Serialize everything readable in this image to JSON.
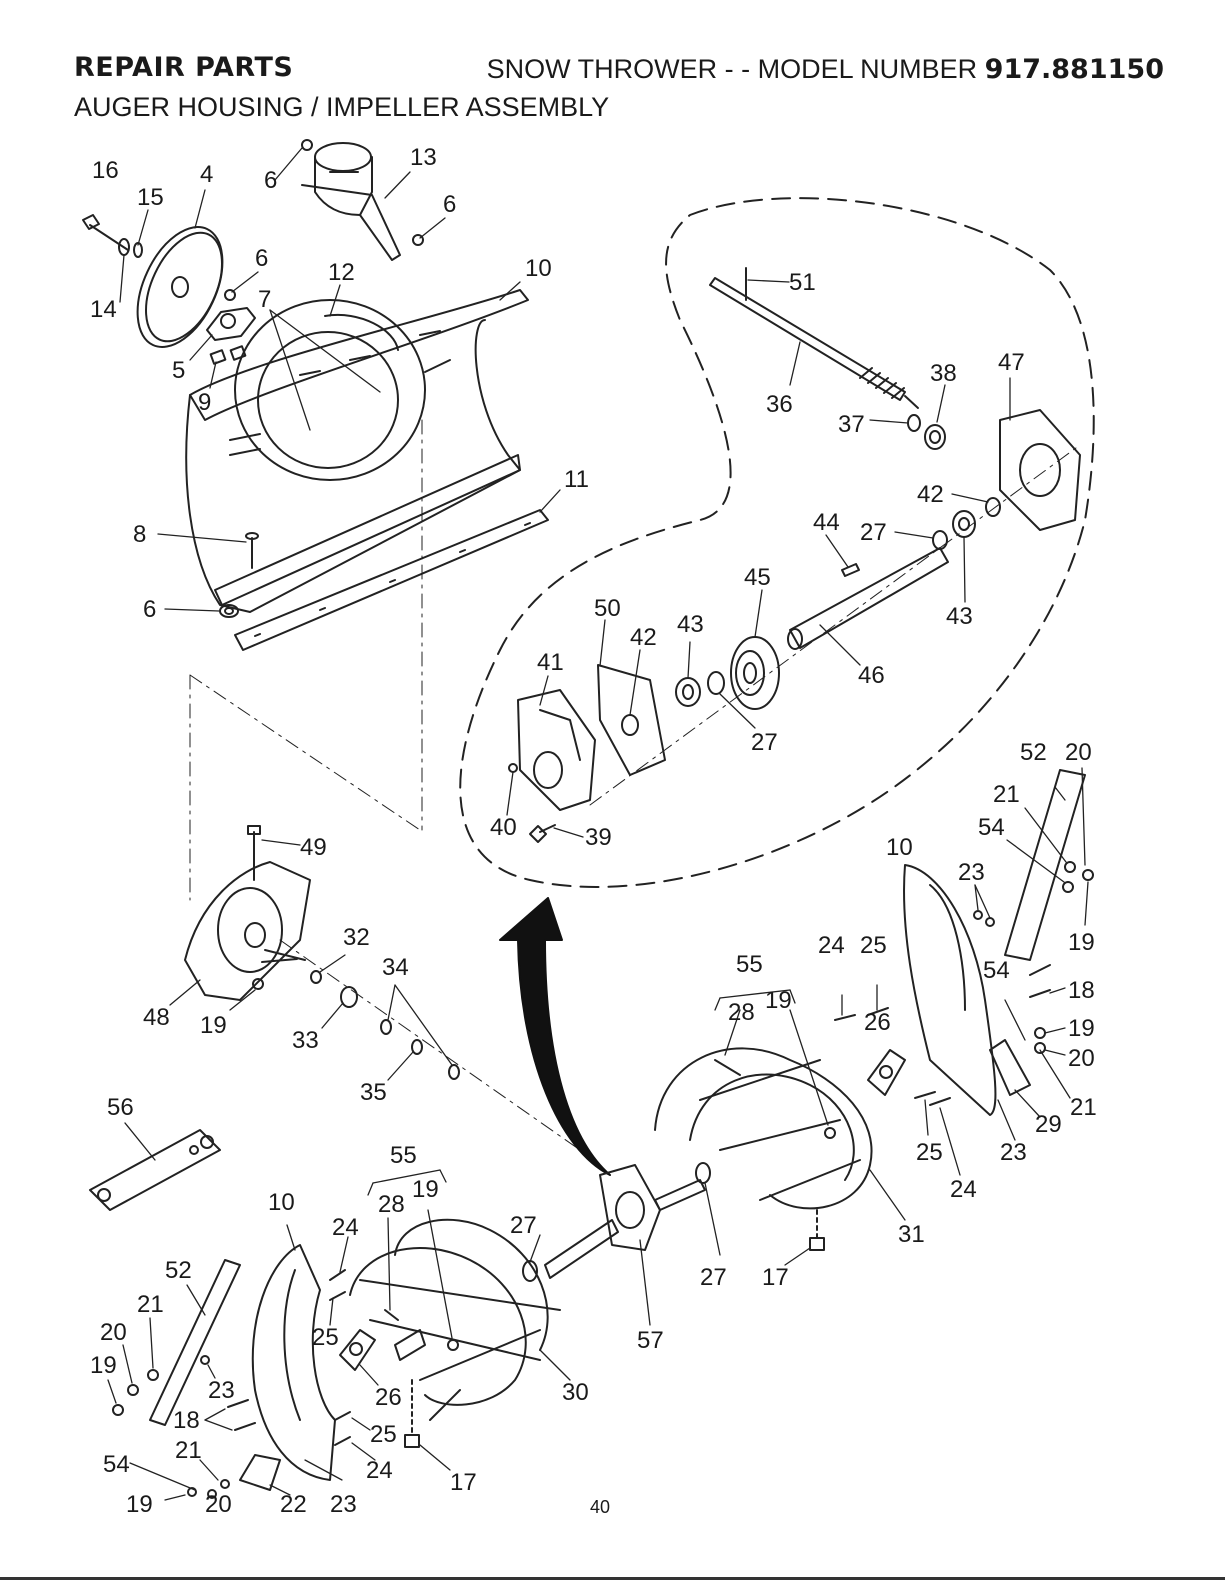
{
  "header": {
    "section_title": "REPAIR PARTS",
    "product_prefix": "SNOW THROWER - - MODEL NUMBER",
    "model_number": "917.881150"
  },
  "subtitle": "AUGER HOUSING / IMPELLER ASSEMBLY",
  "page_number": "40",
  "labels": {
    "p16": "16",
    "p15": "15",
    "p4": "4",
    "p14": "14",
    "p5": "5",
    "p9": "9",
    "p6a": "6",
    "p6b": "6",
    "p6c": "6",
    "p6d": "6",
    "p13": "13",
    "p12": "12",
    "p7": "7",
    "p10a": "10",
    "p11": "11",
    "p8": "8",
    "p51": "51",
    "p36": "36",
    "p38": "38",
    "p47": "47",
    "p37": "37",
    "p42a": "42",
    "p44": "44",
    "p27a": "27",
    "p43a": "43",
    "p45": "45",
    "p50": "50",
    "p42b": "42",
    "p43b": "43",
    "p41": "41",
    "p46": "46",
    "p27b": "27",
    "p40": "40",
    "p39": "39",
    "p49": "49",
    "p32": "32",
    "p34": "34",
    "p48": "48",
    "p19a": "19",
    "p33": "33",
    "p35": "35",
    "p56": "56",
    "p52a": "52",
    "p20a": "20",
    "p21a": "21",
    "p54a": "54",
    "p10b": "10",
    "p23a": "23",
    "p19b": "19",
    "p24a": "24",
    "p25a": "25",
    "p55a": "55",
    "p54b": "54",
    "p18a": "18",
    "p28a": "28",
    "p19c": "19",
    "p26a": "26",
    "p19d": "19",
    "p20b": "20",
    "p21b": "21",
    "p29": "29",
    "p25b": "25",
    "p23b": "23",
    "p24b": "24",
    "p31": "31",
    "p27c": "27",
    "p17a": "17",
    "p55b": "55",
    "p10c": "10",
    "p28b": "28",
    "p19e": "19",
    "p24c": "24",
    "p27d": "27",
    "p52b": "52",
    "p21c": "21",
    "p20c": "20",
    "p19f": "19",
    "p25c": "25",
    "p23c": "23",
    "p26b": "26",
    "p18b": "18",
    "p57": "57",
    "p30": "30",
    "p25d": "25",
    "p21d": "21",
    "p54c": "54",
    "p24d": "24",
    "p17b": "17",
    "p19g": "19",
    "p20d": "20",
    "p22": "22",
    "p23d": "23"
  }
}
